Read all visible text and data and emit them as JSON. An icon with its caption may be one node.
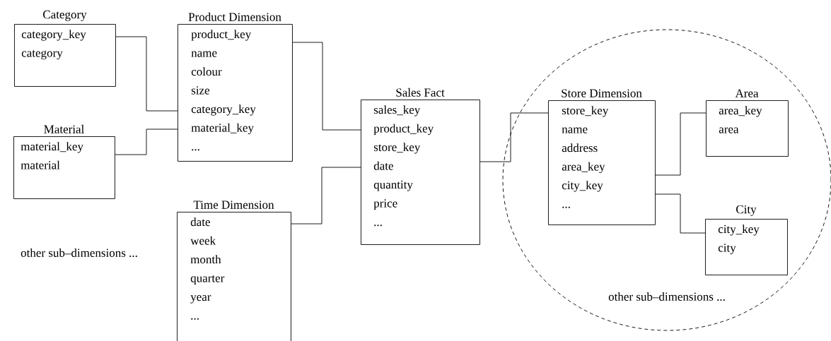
{
  "diagram": {
    "nodes": [
      {
        "text": [
          "Category",
          "category_key",
          "category"
        ]
      },
      {
        "text": [
          "Product Dimension",
          "product_key",
          "name",
          "colour",
          "size",
          "category_key",
          "material_key",
          "..."
        ]
      },
      {
        "text": [
          "Material",
          "material_key",
          "material"
        ]
      },
      {
        "text": [
          "Time Dimension",
          "date",
          "week",
          "month",
          "quarter",
          "year",
          "..."
        ]
      },
      {
        "text": [
          "Sales Fact",
          "sales_key",
          "product_key",
          "store_key",
          "date",
          "quantity",
          "price",
          "..."
        ]
      },
      {
        "text": [
          "other sub–dimensions ..."
        ]
      },
      {
        "text": [
          "Store Dimension",
          "store_key",
          "name",
          "address",
          "area_key",
          "city_key",
          "..."
        ],
        "in": 5
      },
      {
        "text": [
          "Area",
          "area_key",
          "area"
        ],
        "in": 5
      },
      {
        "text": [
          "City",
          "city_key",
          "city"
        ],
        "in": 5
      }
    ],
    "edges": [
      {
        "from": 0,
        "to": 1,
        "arrow": "none"
      },
      {
        "from": 2,
        "to": 1,
        "arrow": "none"
      },
      {
        "from": 1,
        "to": 4,
        "arrow": "none"
      },
      {
        "from": 3,
        "to": 4,
        "arrow": "none"
      },
      {
        "from": 4,
        "to": 6,
        "arrow": "none"
      },
      {
        "from": 6,
        "to": 7,
        "arrow": "none"
      },
      {
        "from": 6,
        "to": 8,
        "arrow": "none"
      }
    ],
    "labels": [
      "other sub–dimensions ..."
    ]
  }
}
